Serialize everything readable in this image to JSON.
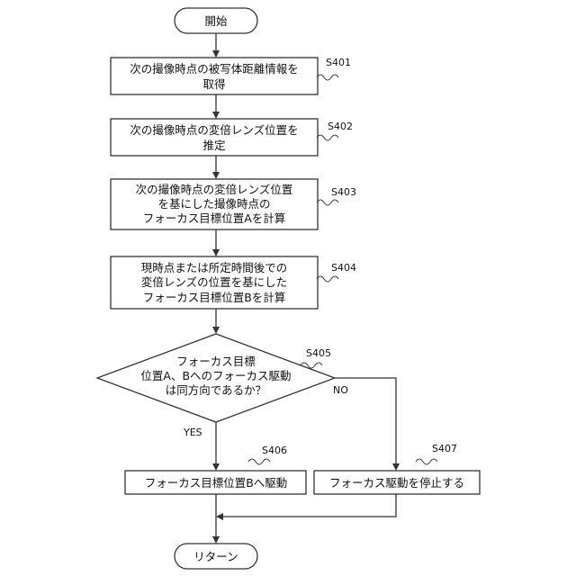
{
  "flowchart": {
    "start": "開始",
    "end": "リターン",
    "steps": [
      {
        "id": "S401",
        "lines": [
          "次の撮像時点の被写体距離情報を",
          "取得"
        ]
      },
      {
        "id": "S402",
        "lines": [
          "次の撮像時点の変倍レンズ位置を",
          "推定"
        ]
      },
      {
        "id": "S403",
        "lines": [
          "次の撮像時点の変倍レンズ位置",
          "を基にした撮像時点の",
          "フォーカス目標位置Aを計算"
        ]
      },
      {
        "id": "S404",
        "lines": [
          "現時点または所定時間後での",
          "変倍レンズの位置を基にした",
          "フォーカス目標位置Bを計算"
        ]
      }
    ],
    "decision": {
      "id": "S405",
      "lines": [
        "フォーカス目標",
        "位置A、Bへのフォーカス駆動",
        "は同方向であるか？"
      ]
    },
    "yes_label": "YES",
    "no_label": "NO",
    "yes_step": {
      "id": "S406",
      "text": "フォーカス目標位置Bへ駆動"
    },
    "no_step": {
      "id": "S407",
      "text": "フォーカス駆動を停止する"
    }
  }
}
